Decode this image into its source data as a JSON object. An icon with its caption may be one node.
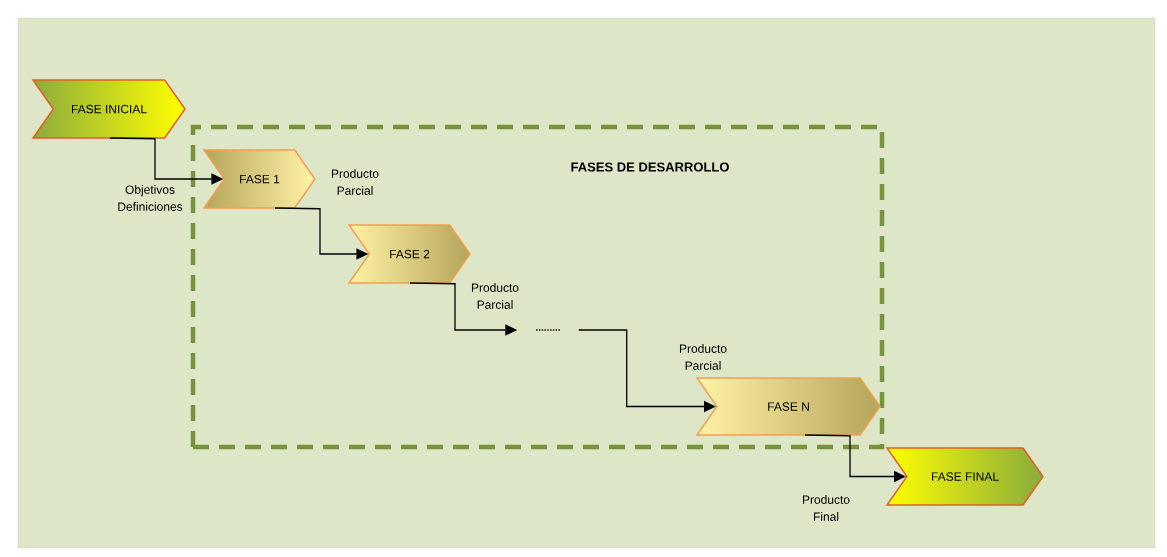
{
  "diagram": {
    "nodes": [
      {
        "text": [
          "FASE INICIAL"
        ]
      },
      {
        "text": [
          "FASES DE DESARROLLO"
        ]
      },
      {
        "text": [
          "FASE 1"
        ],
        "in": 1
      },
      {
        "text": [
          "FASE 2"
        ],
        "in": 1
      },
      {
        "text": [
          "........."
        ],
        "in": 1
      },
      {
        "text": [
          "FASE N"
        ],
        "in": 1
      },
      {
        "text": [
          "FASE FINAL"
        ]
      }
    ],
    "edges": [
      {
        "from": 0,
        "to": 2,
        "arrow": "to",
        "label": "Objetivos Definiciones"
      },
      {
        "from": 2,
        "to": 3,
        "arrow": "to",
        "label": "Producto Parcial"
      },
      {
        "from": 3,
        "to": 4,
        "arrow": "to",
        "label": "Producto Parcial"
      },
      {
        "from": 4,
        "to": 5,
        "arrow": "to",
        "label": "Producto Parcial"
      },
      {
        "from": 5,
        "to": 6,
        "arrow": "to",
        "label": "Producto Final"
      }
    ]
  }
}
